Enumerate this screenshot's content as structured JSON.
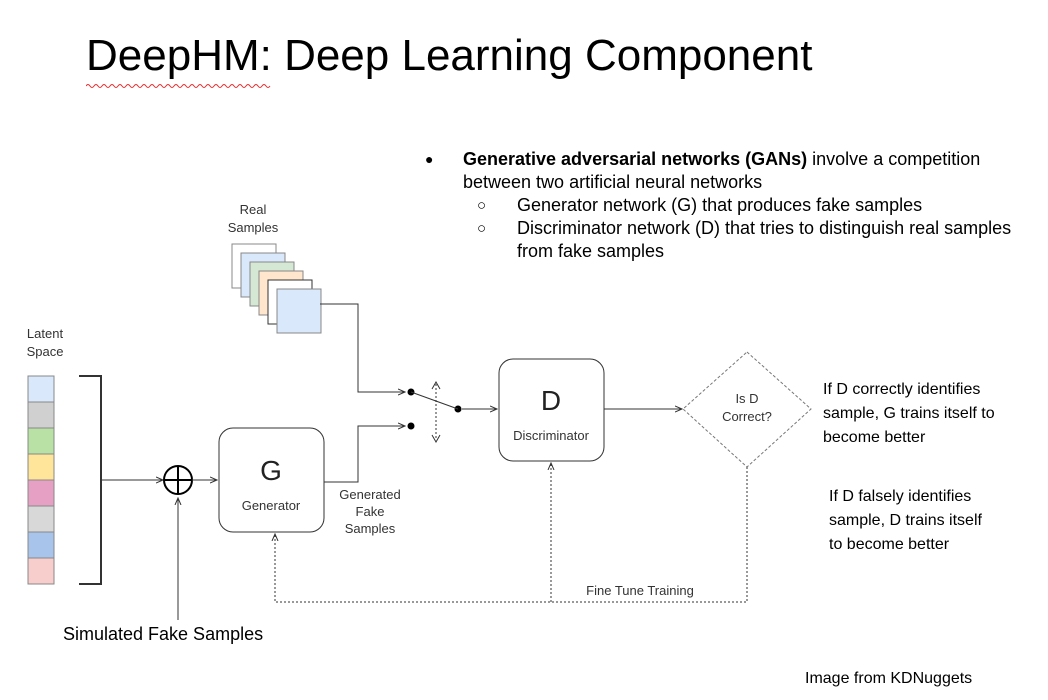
{
  "slide": {
    "title": "DeepHM: Deep Learning Component",
    "credit": "Image from KDNuggets",
    "bullets": {
      "main_bold": "Generative adversarial networks (GANs)",
      "main_rest": " involve a competition between two artificial neural networks",
      "sub": [
        "Generator network (G) that produces fake samples",
        "Discriminator network (D) that tries to distinguish real samples from fake samples"
      ]
    }
  },
  "diagram": {
    "real_samples_label": [
      "Real",
      "Samples"
    ],
    "latent_space_label": [
      "Latent",
      "Space"
    ],
    "generator": {
      "letter": "G",
      "name": "Generator"
    },
    "discriminator": {
      "letter": "D",
      "name": "Discriminator"
    },
    "decision": [
      "Is D",
      "Correct?"
    ],
    "generated_label": [
      "Generated",
      "Fake",
      "Samples"
    ],
    "fine_tune_label": "Fine Tune Training",
    "simulated_label": "Simulated Fake Samples",
    "note_correct": [
      "If D correctly identifies",
      "sample, G trains itself to",
      "become better"
    ],
    "note_false": [
      "If D falsely identifies",
      "sample, D trains itself",
      "to become better"
    ],
    "latent_colors": [
      "#dae8fc",
      "#d0d0d0",
      "#b9e0a5",
      "#ffe599",
      "#e6a0c4",
      "#d8d8d8",
      "#a9c4eb",
      "#f8cecc"
    ],
    "sample_colors": [
      "#ffffff",
      "#dae8fc",
      "#d5e8d4",
      "#ffe6cc",
      "#ffffff",
      "#dae8fc"
    ]
  }
}
